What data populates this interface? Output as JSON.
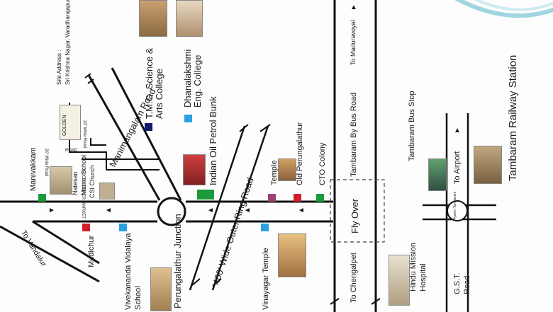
{
  "labels": {
    "site_address_1": "Site Address :",
    "site_address_2": "Sri Krishna Nagar, Varadharajapuram",
    "manimangalam_road": "Manimangalam Road",
    "tmg_college_1": "T.M.G. Science &",
    "tmg_college_2": "Arts College",
    "dhanalakshmi_1": "Dhanalakshmi",
    "dhanalakshmi_2": "Eng. College",
    "indian_oil": "Indian Oil Petrol Bunk",
    "outer_ring_road": "400' Wide Outer Ring Road",
    "temple": "Temple",
    "old_perungalathur": "Old Perungalathur",
    "cto_colony": "CTO Colony",
    "vinayagar_temple": "Vinayagar Temple",
    "to_maduravoyal": "To Maduravoyal",
    "tambaram_by_bus_road": "Tambaram By Bus Road",
    "fly_over": "Fly Over",
    "to_chengalpet": "To Chengalpet",
    "tambaram_bus_stop": "Tambaram Bus Stop",
    "tambaram_railway_station": "Tambaram Railway Station",
    "to_airport": "To Airport",
    "hindu_mission_1": "Hindu Mission",
    "hindu_mission_2": "Hospital",
    "gst_road_1": "G.S.T.",
    "gst_road_2": "Road",
    "flyover_circle": "Flyover Tambaram",
    "manivakkam": "Manivakkam",
    "natesan_1": "Natesan",
    "natesan_2": "Matric. School",
    "csi_church": "CSI Church",
    "lucky_supermarket": "LUCKY SUPER MARKET",
    "road_label_1": "20' Wide Road",
    "road_label_2": "20' Wide Road",
    "road_short": "ROAD",
    "site_logo": "GOLDEN",
    "mudichur": "Mudichur",
    "to_vandalur": "To Vandalur",
    "vivekananda_1": "Vivekananda Vidalaya",
    "vivekananda_2": "School",
    "junction": "Perungalathur Junction"
  },
  "colors": {
    "road": "#111111",
    "landmark_green": "#1a9a3a",
    "landmark_blue": "#2aa0e0",
    "landmark_red": "#d01e2a",
    "landmark_purple": "#a0407a",
    "landmark_navy": "#121a6e",
    "accent_teal": "#8fd0dc"
  },
  "icons": [
    "arrow-icon",
    "circle-junction-icon",
    "road-break-icon"
  ]
}
